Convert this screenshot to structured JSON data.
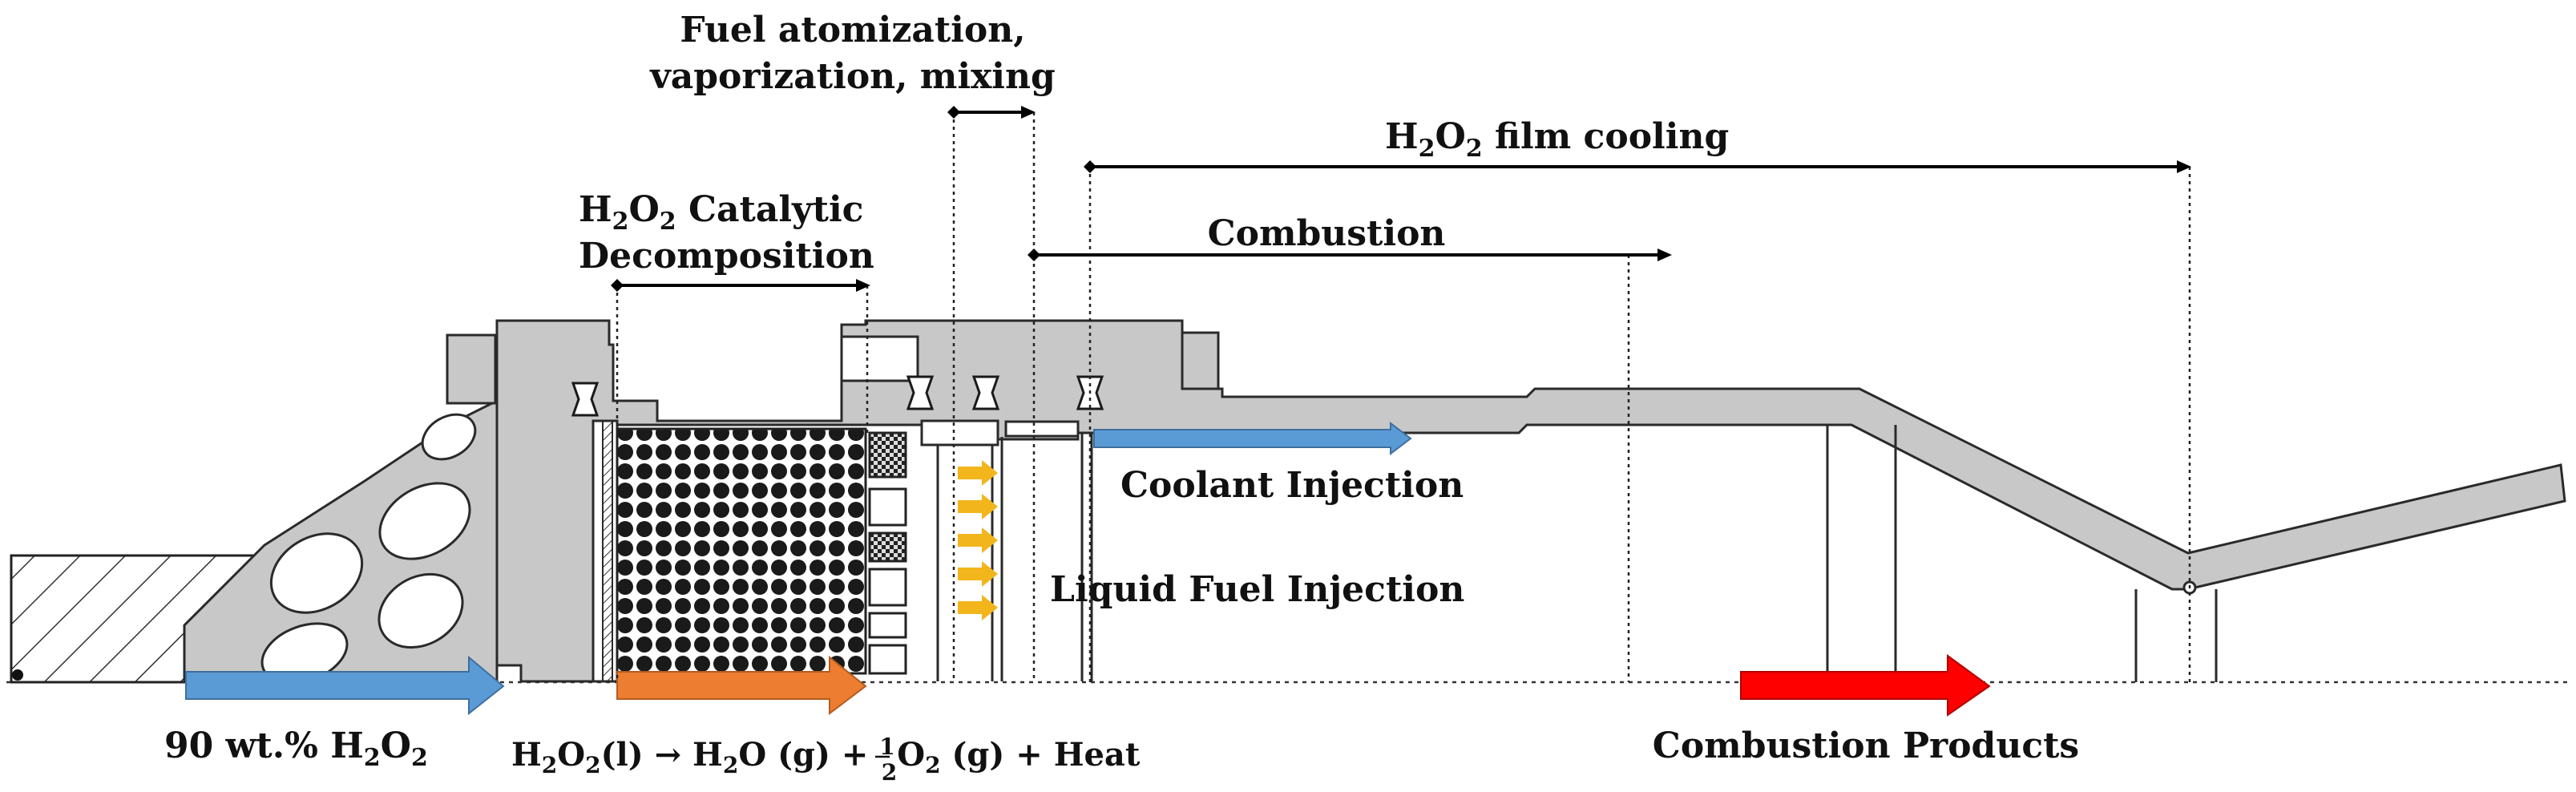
{
  "labels": {
    "fuel_atomization_line1": "Fuel atomization,",
    "fuel_atomization_line2": "vaporization, mixing",
    "film_cooling_prefix": "H",
    "film_cooling_sub1": "2",
    "film_cooling_mid": "O",
    "film_cooling_sub2": "2",
    "film_cooling_suffix": " film cooling",
    "combustion": "Combustion",
    "catalytic_line1_prefix": "H",
    "catalytic_line1_sub1": "2",
    "catalytic_line1_mid": "O",
    "catalytic_line1_sub2": "2",
    "catalytic_line1_suffix": " Catalytic",
    "catalytic_line2": "Decomposition",
    "coolant_injection": "Coolant Injection",
    "liquid_fuel_injection": "Liquid Fuel Injection",
    "propellant_prefix": "90 wt.% H",
    "propellant_sub1": "2",
    "propellant_mid": "O",
    "propellant_sub2": "2",
    "combustion_products": "Combustion Products",
    "reaction": {
      "h": "H",
      "s2a": "2",
      "o": "O",
      "s2b": "2",
      "liquid": "(l) → H",
      "s2c": "2",
      "water": "O (g) + ",
      "frac_num": "1",
      "frac_den": "2",
      "oxygen": "O",
      "s2d": "2",
      "tail": " (g) + Heat"
    }
  },
  "colors": {
    "propellant_arrow": "#5b9bd5",
    "decomposition_arrow": "#ed7d31",
    "coolant_arrow": "#5b9bd5",
    "products_arrow": "#ff0000",
    "fuel_arrows": "#f2b51c",
    "hardware_fill": "#c8c8c8",
    "outline": "#2a2a2a"
  }
}
